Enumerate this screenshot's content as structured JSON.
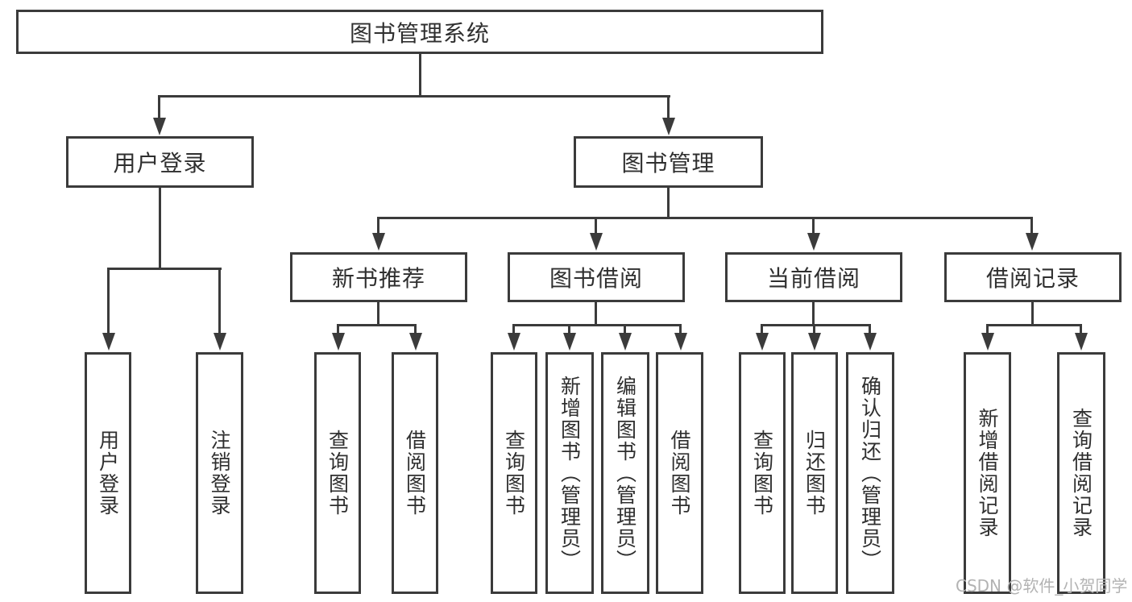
{
  "diagram": {
    "root": {
      "label": "图书管理系统"
    },
    "branches": [
      {
        "label": "用户登录",
        "children": [
          {
            "label": "用户登录"
          },
          {
            "label": "注销登录"
          }
        ]
      },
      {
        "label": "图书管理",
        "children": [
          {
            "label": "新书推荐",
            "children": [
              {
                "label": "查询图书"
              },
              {
                "label": "借阅图书"
              }
            ]
          },
          {
            "label": "图书借阅",
            "children": [
              {
                "label": "查询图书"
              },
              {
                "label": "新增图书（管理员）"
              },
              {
                "label": "编辑图书（管理员）"
              },
              {
                "label": "借阅图书"
              }
            ]
          },
          {
            "label": "当前借阅",
            "children": [
              {
                "label": "查询图书"
              },
              {
                "label": "归还图书"
              },
              {
                "label": "确认归还（管理员）"
              }
            ]
          },
          {
            "label": "借阅记录",
            "children": [
              {
                "label": "新增借阅记录"
              },
              {
                "label": "查询借阅记录"
              }
            ]
          }
        ]
      }
    ],
    "watermark": "CSDN @软件_小贺同学",
    "colors": {
      "line": "#3b3b3b",
      "text": "#2f2f2f",
      "watermark": "#b3b3b3",
      "background": "#ffffff"
    }
  }
}
